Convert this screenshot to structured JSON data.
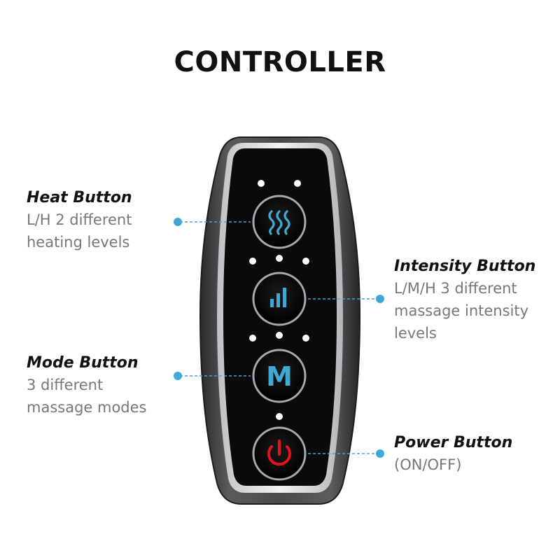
{
  "title": "CONTROLLER",
  "buttons": {
    "mode_letter": "M"
  },
  "callouts": {
    "heat": {
      "title": "Heat Button",
      "lines": [
        "L/H 2 different",
        "heating levels"
      ]
    },
    "intensity": {
      "title": "Intensity Button",
      "lines": [
        "L/M/H 3 different",
        "massage intensity",
        "levels"
      ]
    },
    "mode": {
      "title": "Mode Button",
      "lines": [
        "3 different",
        "massage modes"
      ]
    },
    "power": {
      "title": "Power Button",
      "lines": [
        "(ON/OFF)"
      ]
    }
  },
  "icons": {
    "heat": "heat-waves-icon",
    "intensity": "signal-bars-icon",
    "power": "power-icon"
  },
  "colors": {
    "accent_blue": "#3fa9d6",
    "power_red": "#e3141b",
    "text_gray": "#777777"
  }
}
